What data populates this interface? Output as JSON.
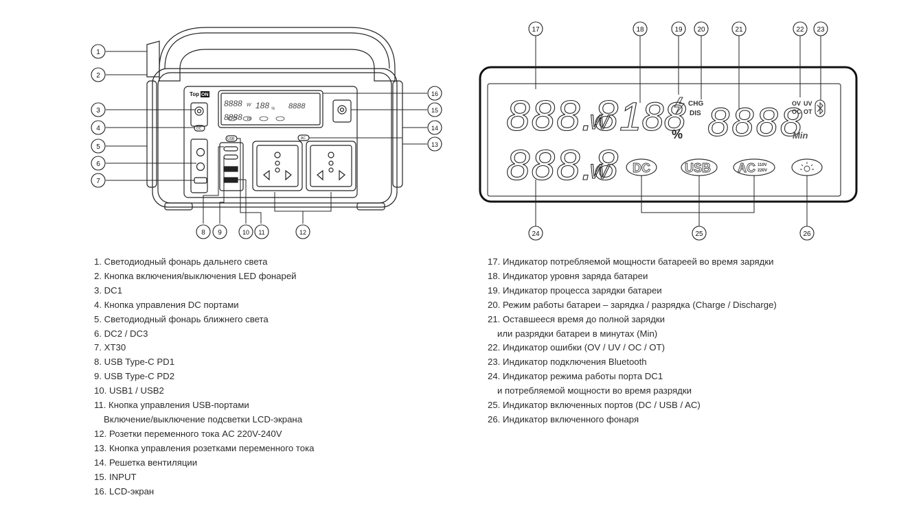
{
  "device": {
    "brand": "Top",
    "brand_box": "ON",
    "screen_small_labels": [
      "W",
      "W",
      "%"
    ],
    "port_tags": {
      "dc": "DC",
      "usb": "USB",
      "ac": "AC"
    },
    "callouts": [
      "1",
      "2",
      "3",
      "4",
      "5",
      "6",
      "7",
      "8",
      "9",
      "10",
      "11",
      "12",
      "13",
      "14",
      "15",
      "16"
    ]
  },
  "lcd": {
    "digits_top_left": "888.8",
    "unit_w1": "W",
    "digits_bottom_left": "888.8",
    "unit_w2": "W",
    "battery_digits": "188",
    "percent": "%",
    "chg": "CHG",
    "dis": "DIS",
    "time_digits": "8888",
    "min": "Min",
    "ov": "OV",
    "uv": "UV",
    "oc": "OC",
    "ot": "OT",
    "badge_dc": "DC",
    "badge_usb": "USB",
    "badge_ac": "AC",
    "badge_ac_sub1": "110V",
    "badge_ac_sub2": "220V",
    "callouts": [
      "17",
      "18",
      "19",
      "20",
      "21",
      "22",
      "23",
      "24",
      "25",
      "26"
    ]
  },
  "legend_left": [
    "1. Светодиодный фонарь дальнего света",
    "2. Кнопка включения/выключения LED фонарей",
    "3. DC1",
    "4. Кнопка управления DC портами",
    "5. Светодиодный фонарь ближнего света",
    "6. DC2 / DC3",
    "7. XT30",
    "8. USB Type-C PD1",
    "9. USB Type-C PD2",
    "10. USB1 / USB2",
    "11. Кнопка управления USB-портами",
    "Включение/выключение подсветки LCD-экрана",
    "12. Розетки переменного тока AC 220V-240V",
    "13. Кнопка управления розетками переменного тока",
    "14. Решетка вентиляции",
    "15. INPUT",
    "16. LCD-экран"
  ],
  "legend_right": [
    "17. Индикатор потребляемой мощности батареей во время зарядки",
    "18. Индикатор уровня заряда батареи",
    "19. Индикатор процесса зарядки батареи",
    "20. Режим работы батареи – зарядка / разрядка (Charge / Discharge)",
    "21. Оставшееся время до полной зарядки",
    "или разрядки батареи в минутах (Min)",
    "22. Индикатор ошибки (OV / UV / OC / OT)",
    "23. Индикатор подключения Bluetooth",
    "24. Индикатор режима работы порта DC1",
    "и потребляемой мощности во время разрядки",
    "25. Индикатор включенных портов (DC / USB / AC)",
    "26. Индикатор включенного фонаря"
  ]
}
